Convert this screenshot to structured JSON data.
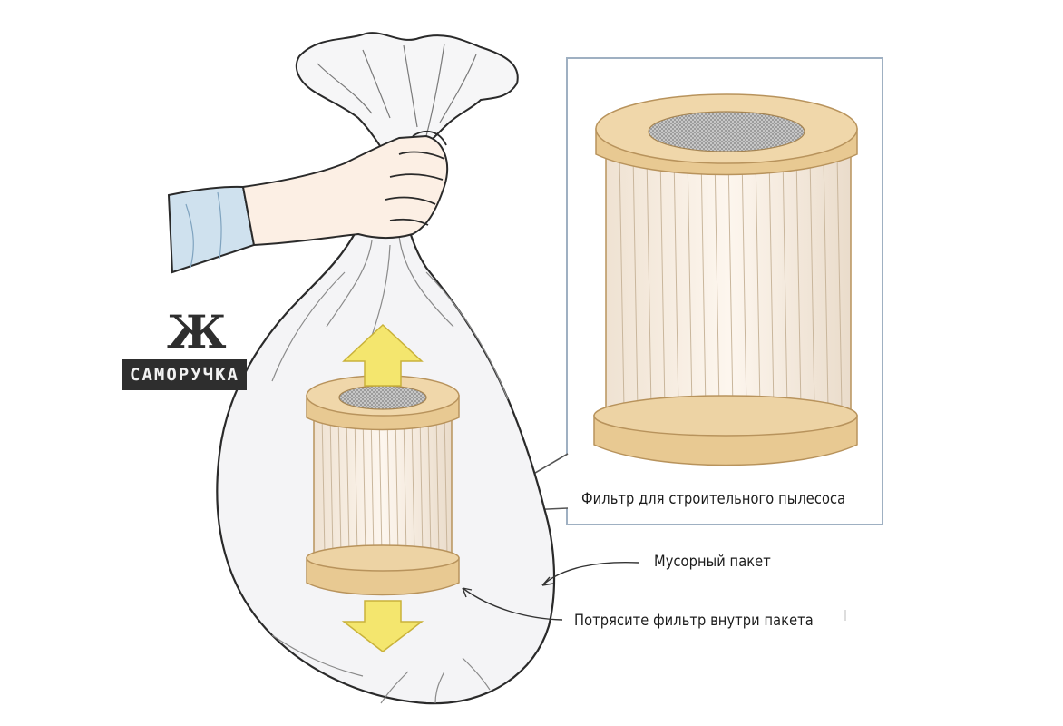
{
  "labels": {
    "filter": "Фильтр для строительного пылесоса",
    "bag": "Мусорный пакет",
    "shake": "Потрясите фильтр внутри пакета"
  },
  "logo": {
    "mark": "Ж",
    "text": "САМОРУЧКА"
  },
  "colors": {
    "filter_ring": "#e8c992",
    "filter_ring_outline": "#b8935c",
    "pleats": "#fbf3ea",
    "arrow": "#f4e66e",
    "bag_fill": "#f4f4f6",
    "sleeve": "#cfe1ee",
    "skin": "#fcefe4",
    "inset_border": "#9fb0c2"
  },
  "icons": [
    "arrow-up-icon",
    "arrow-down-icon",
    "hand-icon",
    "trash-bag-icon",
    "filter-cartridge-icon"
  ]
}
